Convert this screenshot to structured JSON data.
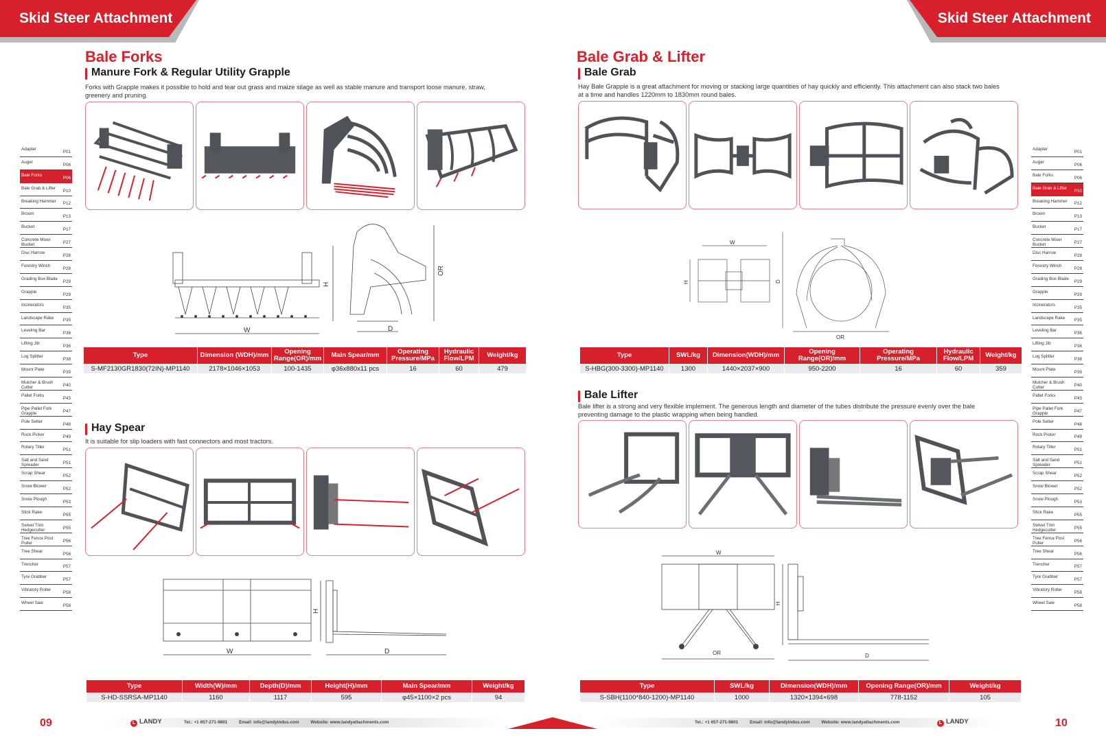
{
  "header": {
    "left_title": "Skid Steer Attachment",
    "right_title": "Skid Steer Attachment"
  },
  "side_index": [
    {
      "name": "Adapter",
      "page": "P01"
    },
    {
      "name": "Auger",
      "page": "P06"
    },
    {
      "name": "Bale Forks",
      "page": "P06"
    },
    {
      "name": "Bale Grab & Lifter",
      "page": "P10"
    },
    {
      "name": "Breaking Hammer",
      "page": "P12"
    },
    {
      "name": "Broom",
      "page": "P13"
    },
    {
      "name": "Bucket",
      "page": "P17"
    },
    {
      "name": "Concrete Mixer Bucket",
      "page": "P27"
    },
    {
      "name": "Disc Harrow",
      "page": "P28"
    },
    {
      "name": "Forestry Winch",
      "page": "P28"
    },
    {
      "name": "Grading Box Blade",
      "page": "P29"
    },
    {
      "name": "Grapple",
      "page": "P29"
    },
    {
      "name": "Incinerators",
      "page": "P35"
    },
    {
      "name": "Landscape Rake",
      "page": "P35"
    },
    {
      "name": "Leveling Bar",
      "page": "P36"
    },
    {
      "name": "Lifting Jib",
      "page": "P36"
    },
    {
      "name": "Log Splitter",
      "page": "P38"
    },
    {
      "name": "Mount Plate",
      "page": "P39"
    },
    {
      "name": "Mulcher & Brush Cutter",
      "page": "P40"
    },
    {
      "name": "Pallet Forks",
      "page": "P43"
    },
    {
      "name": "Pipe Pallet Fork Grapple",
      "page": "P47"
    },
    {
      "name": "Pole Setter",
      "page": "P48"
    },
    {
      "name": "Rock Picker",
      "page": "P49"
    },
    {
      "name": "Rotary Tiller",
      "page": "P51"
    },
    {
      "name": "Salt and Sand Spreader",
      "page": "P51"
    },
    {
      "name": "Scrap Shear",
      "page": "P52"
    },
    {
      "name": "Snow Blower",
      "page": "P52"
    },
    {
      "name": "Snow Plough",
      "page": "P53"
    },
    {
      "name": "Stick Rake",
      "page": "P55"
    },
    {
      "name": "Swivel Trim Hedgecutter",
      "page": "P55"
    },
    {
      "name": "Tree Fence Post Puller",
      "page": "P56"
    },
    {
      "name": "Tree Shear",
      "page": "P56"
    },
    {
      "name": "Trencher",
      "page": "P57"
    },
    {
      "name": "Tyre Grabber",
      "page": "P57"
    },
    {
      "name": "Vibratory Roller",
      "page": "P58"
    },
    {
      "name": "Wheel Saw",
      "page": "P58"
    }
  ],
  "left_page": {
    "section_title": "Bale Forks",
    "manure": {
      "subtitle": "Manure Fork & Regular Utility Grapple",
      "description": "Forks with Grapple makes it possible to hold and tear out grass and maize silage as well as stable manure and transport loose manure, straw, greenery and pruning.",
      "dim_labels": {
        "w": "W",
        "d": "D",
        "h": "H",
        "or": "OR"
      },
      "table": {
        "headers": [
          "Type",
          "Dimension (WDH)/mm",
          "Opening Range(OR)/mm",
          "Main Spear/mm",
          "Operating Pressure/MPa",
          "Hydraulic Flow/LPM",
          "Weight/kg"
        ],
        "rows": [
          [
            "S-MF2130GR1830(72IN)-MP1140",
            "2178×1046×1053",
            "100-1435",
            "φ36x880x11 pcs",
            "16",
            "60",
            "479"
          ]
        ]
      }
    },
    "hay_spear": {
      "subtitle": "Hay Spear",
      "description": "It is suitable for slip loaders with fast connectors and most tractors.",
      "dim_labels": {
        "w": "W",
        "d": "D",
        "h": "H"
      },
      "table": {
        "headers": [
          "Type",
          "Width(W)/mm",
          "Depth(D)/mm",
          "Height(H)/mm",
          "Main Spear/mm",
          "Weight/kg"
        ],
        "rows": [
          [
            "S-HD-SSRSA-MP1140",
            "1160",
            "1117",
            "595",
            "φ45×1100×2 pcs",
            "94"
          ]
        ]
      }
    },
    "page_number": "09"
  },
  "right_page": {
    "section_title": "Bale Grab & Lifter",
    "bale_grab": {
      "subtitle": "Bale Grab",
      "description": "Hay Bale Grapple is a great attachment for moving or stacking large quantities of hay quickly and efficiently. This attachment can also stack two bales at a time and handles 1220mm to 1830mm round bales.",
      "dim_labels": {
        "w": "W",
        "h": "H",
        "d": "D",
        "or": "OR"
      },
      "table": {
        "headers": [
          "Type",
          "SWL/kg",
          "Dimension(WDH)/mm",
          "Opening Range(OR)/mm",
          "Operating Pressure/MPa",
          "Hydraulic Flow/LPM",
          "Weight/kg"
        ],
        "rows": [
          [
            "S-HBG(300-3300)-MP1140",
            "1300",
            "1440×2037×900",
            "950-2200",
            "16",
            "60",
            "359"
          ]
        ]
      }
    },
    "bale_lifter": {
      "subtitle": "Bale Lifter",
      "description": "Bale lifter is a strong and very flexible implement. The generous length and diameter of the tubes distribute the pressure evenly over the bale preventing damage to the plastic wrapping when being handled.",
      "dim_labels": {
        "w": "W",
        "h": "H",
        "d": "D",
        "or": "OR"
      },
      "table": {
        "headers": [
          "Type",
          "SWL/kg",
          "Dimension(WDH)/mm",
          "Opening Range(OR)/mm",
          "Weight/kg"
        ],
        "rows": [
          [
            "S-SBH(1100*840-1200)-MP1140",
            "1000",
            "1320×1394×698",
            "778-1152",
            "105"
          ]
        ]
      }
    },
    "page_number": "10"
  },
  "footer": {
    "tel": "Tel.: +1 657-271-9801",
    "email": "Email: info@landyindus.com",
    "website": "Website: www.landyattachments.com",
    "logo_text": "LANDY"
  },
  "colors": {
    "accent": "#d7202b",
    "steel": "#4f5256",
    "table_row": "#ebebeb"
  }
}
